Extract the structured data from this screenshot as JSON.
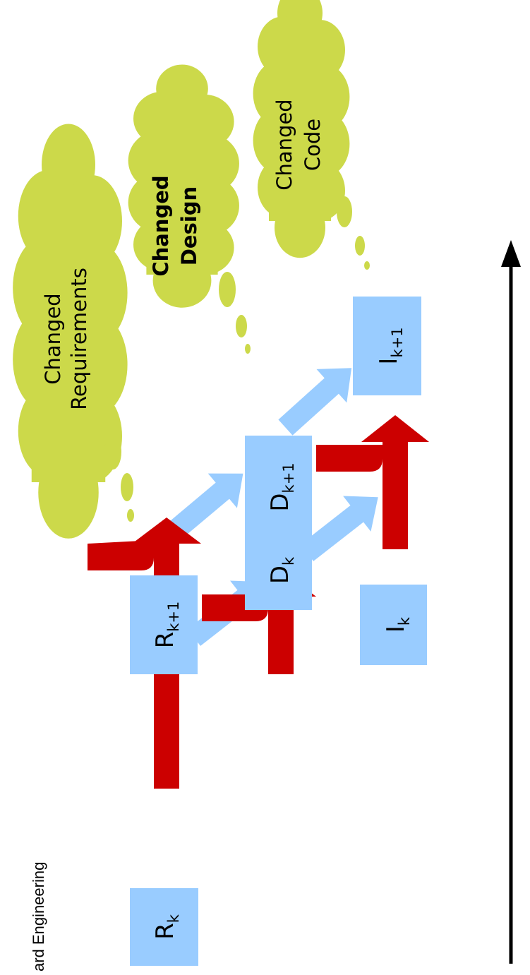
{
  "diagram": {
    "colors": {
      "box": "#99ccff",
      "blue_arrow": "#99ccff",
      "red_arrow": "#cc0000",
      "cloud": "#ccd94a",
      "timeline": "#000000",
      "text": "#000000"
    },
    "side_label": "ard Engineering",
    "nodes": [
      {
        "id": "rk",
        "letter": "R",
        "sub": "k"
      },
      {
        "id": "dk",
        "letter": "D",
        "sub": "k"
      },
      {
        "id": "ik",
        "letter": "I",
        "sub": "k"
      },
      {
        "id": "rk1",
        "letter": "R",
        "sub": "k+1"
      },
      {
        "id": "dk1",
        "letter": "D",
        "sub": "k+1"
      },
      {
        "id": "ik1",
        "letter": "I",
        "sub": "k+1"
      }
    ],
    "clouds": [
      {
        "id": "requirements",
        "lines": [
          "Changed",
          "Requirements"
        ],
        "bold": false
      },
      {
        "id": "design",
        "lines": [
          "Changed",
          "Design"
        ],
        "bold": true
      },
      {
        "id": "code",
        "lines": [
          "Changed",
          "Code"
        ],
        "bold": false
      }
    ],
    "timeline_icon": "up-arrow-icon"
  }
}
